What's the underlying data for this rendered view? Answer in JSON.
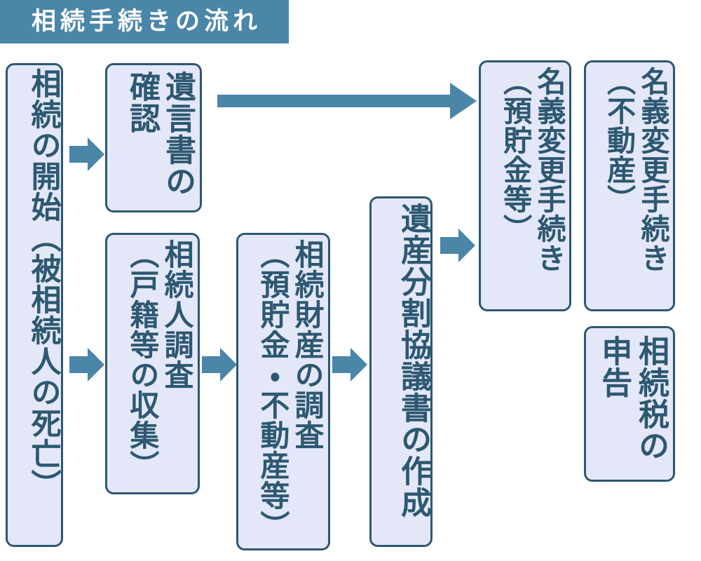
{
  "title": {
    "text": "相続手続きの流れ",
    "bar_color": "#4a86a8",
    "text_color": "#ffffff"
  },
  "palette": {
    "box_fill": "#e3e7f7",
    "box_border": "#2d5871",
    "box_text": "#2d5871",
    "arrow": "#4a86a8",
    "background": "#ffffff"
  },
  "nodes": {
    "start": {
      "text": "相続の開始（被相続人の死亡）"
    },
    "will": {
      "text": "遺言書の\n確認"
    },
    "heir_survey": {
      "text": "相続人調査\n（戸籍等の収集）"
    },
    "asset_survey": {
      "text": "相続財産の調査\n（預貯金・不動産等）"
    },
    "division_doc": {
      "text": "遺産分割協議書の作成"
    },
    "rename_bank": {
      "text": "名義変更手続き\n（預貯金等）"
    },
    "rename_estate": {
      "text": "名義変更手続き\n（不動産）"
    },
    "tax_filing": {
      "text": "相続税の\n申告"
    }
  },
  "arrows": [
    {
      "name": "arrow-start-to-will",
      "label": "相続の開始 → 遺言書の確認"
    },
    {
      "name": "arrow-start-to-heir-survey",
      "label": "相続の開始 → 相続人調査"
    },
    {
      "name": "arrow-will-to-rename-bank",
      "label": "遺言書の確認 → 名義変更手続き"
    },
    {
      "name": "arrow-heir-to-asset-survey",
      "label": "相続人調査 → 相続財産の調査"
    },
    {
      "name": "arrow-asset-to-division-doc",
      "label": "相続財産の調査 → 遺産分割協議書の作成"
    },
    {
      "name": "arrow-division-to-rename-bank",
      "label": "遺産分割協議書の作成 → 名義変更手続き"
    }
  ]
}
